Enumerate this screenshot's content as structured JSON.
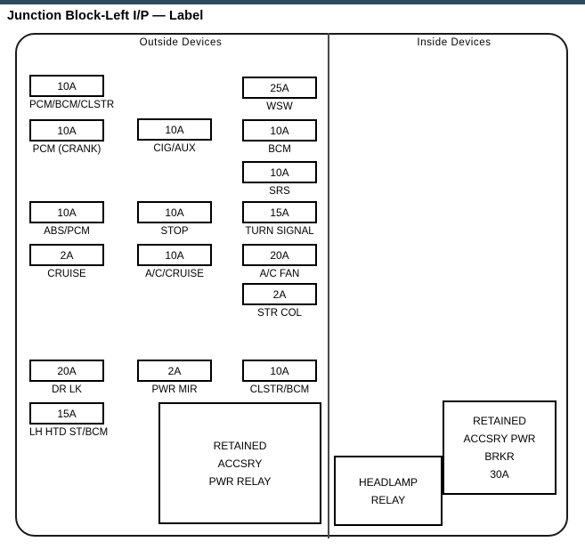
{
  "title": "Junction Block-Left I/P — Label",
  "sections": {
    "outside": "Outside  Devices",
    "inside": "Inside  Devices"
  },
  "colors": {
    "top_bar": "#2e4a5e",
    "panel_border": "#1a1a1a",
    "box_border": "#000000"
  },
  "fuses": {
    "col1": [
      {
        "amp": "10A",
        "label": "PCM/BCM/CLSTR"
      },
      {
        "amp": "10A",
        "label": "PCM (CRANK)"
      },
      {
        "amp": "10A",
        "label": "ABS/PCM"
      },
      {
        "amp": "2A",
        "label": "CRUISE"
      },
      {
        "amp": "20A",
        "label": "DR LK"
      },
      {
        "amp": "15A",
        "label": "LH HTD ST/BCM"
      }
    ],
    "col2": [
      {
        "amp": "10A",
        "label": "CIG/AUX"
      },
      {
        "amp": "10A",
        "label": "STOP"
      },
      {
        "amp": "10A",
        "label": "A/C/CRUISE"
      },
      {
        "amp": "2A",
        "label": "PWR MIR"
      }
    ],
    "col3": [
      {
        "amp": "25A",
        "label": "WSW"
      },
      {
        "amp": "10A",
        "label": "BCM"
      },
      {
        "amp": "10A",
        "label": "SRS"
      },
      {
        "amp": "15A",
        "label": "TURN SIGNAL"
      },
      {
        "amp": "20A",
        "label": "A/C FAN"
      },
      {
        "amp": "2A",
        "label": "STR COL"
      },
      {
        "amp": "10A",
        "label": "CLSTR/BCM"
      }
    ]
  },
  "relays": {
    "retained_accsry_pwr_relay": {
      "line1": "RETAINED",
      "line2": "ACCSRY",
      "line3": "PWR RELAY"
    },
    "headlamp_relay": {
      "line1": "HEADLAMP",
      "line2": "RELAY"
    },
    "retained_accsry_pwr_brkr": {
      "line1": "RETAINED",
      "line2": "ACCSRY PWR",
      "line3": "BRKR",
      "line4": "30A"
    }
  }
}
